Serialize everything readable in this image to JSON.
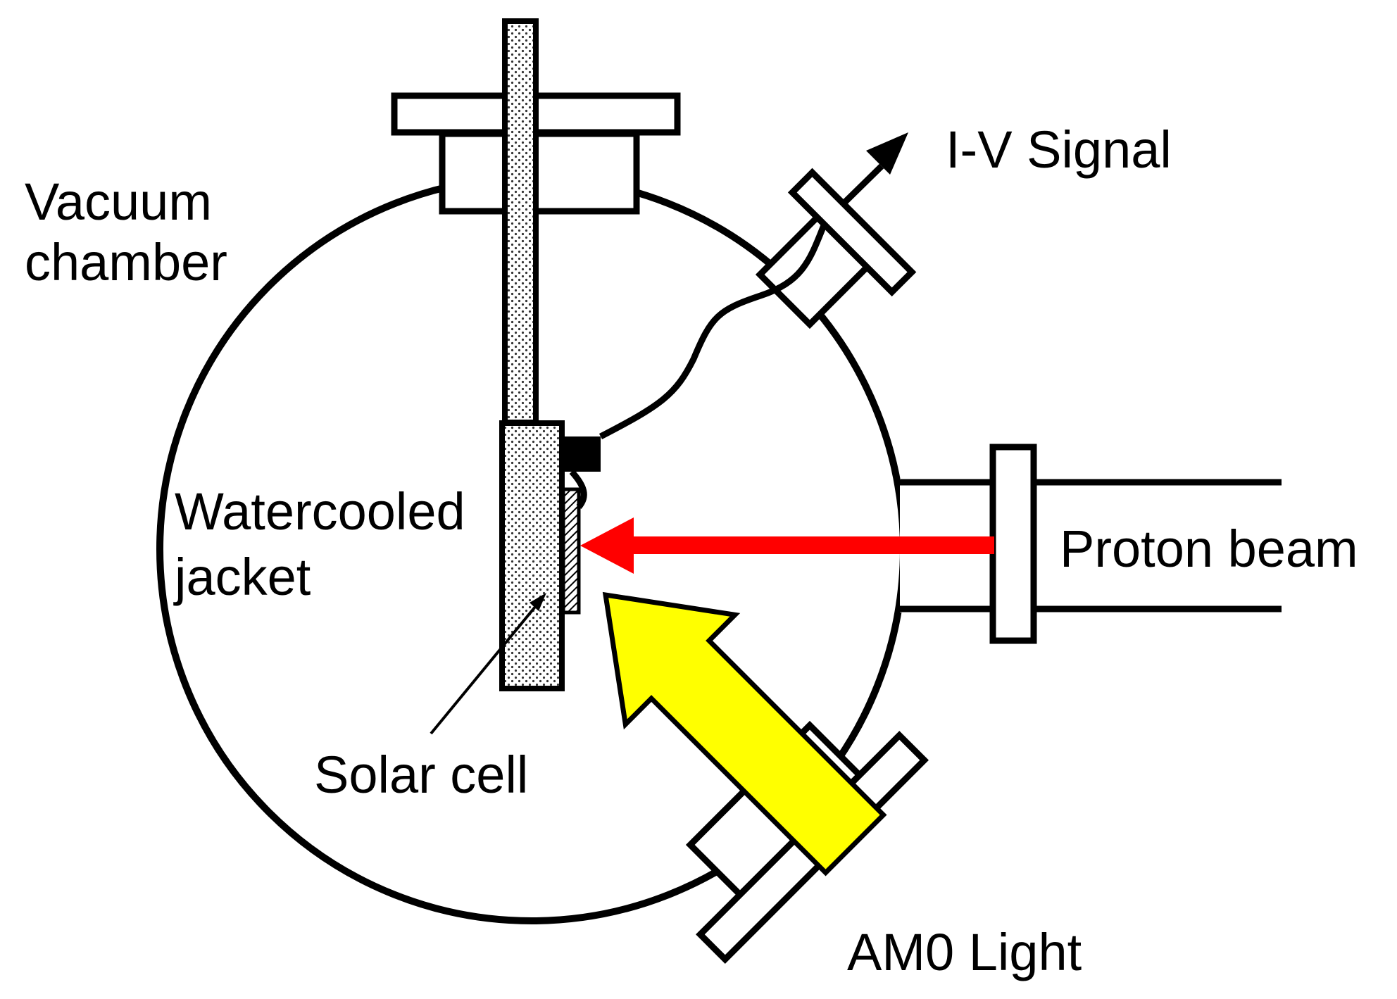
{
  "labels": {
    "vacuum_chamber_line1": "Vacuum",
    "vacuum_chamber_line2": "chamber",
    "iv_signal": "I-V Signal",
    "watercooled_line1": "Watercooled",
    "watercooled_line2": "jacket",
    "proton_beam": "Proton beam",
    "solar_cell": "Solar cell",
    "am0_light": "AM0 Light"
  },
  "colors": {
    "outline": "#000000",
    "background": "#ffffff",
    "proton_beam_arrow": "#ff0000",
    "light_arrow": "#ffff00",
    "jacket_fill": "#d9d9d9"
  }
}
